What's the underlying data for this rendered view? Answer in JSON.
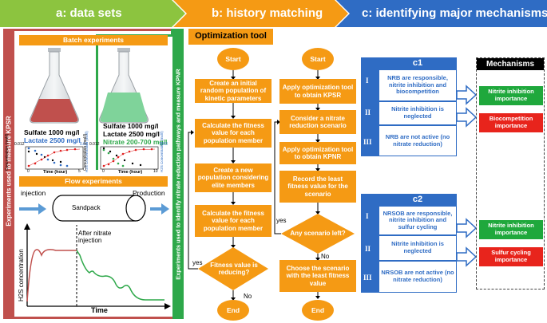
{
  "banners": {
    "a": "a: data sets",
    "b": "b: history matching",
    "c": "c: identifying major mechanisms"
  },
  "panel_a": {
    "side_left": "Experiments used to measure KPSR",
    "side_right": "Experiments used to identify nitrate reduction pathways and measure KPNR",
    "batch_title": "Batch experiments",
    "flask1": {
      "sulfate": "Sulfate 1000 mg/l",
      "lactate": "Lactate 2500 mg/l"
    },
    "flask2": {
      "sulfate": "Sulfate 1000 mg/l",
      "lactate": "Lactate 2500 mg/l",
      "nitrate": "Nitrate 200-700 mg/l"
    },
    "plot1": {
      "ylabel": "Concentration (mol/l)",
      "xlabel": "Time (hour)",
      "ytop": "0.012",
      "ytop_right": "0.03",
      "yright": "H2S Concentration (mol/l)",
      "x0": "0",
      "x1": "5"
    },
    "plot2": {
      "ylabel": "Concentration (mol/l)",
      "xlabel": "Time (hour)",
      "ytop": "0.012",
      "ytop_right": "0.03",
      "yright": "H2S Concentration (mol/l)",
      "x0": "0",
      "x1": "10"
    },
    "flow_title": "Flow experiments",
    "injection": "injection",
    "sandpack": "Sandpack",
    "production": "Production",
    "after_nitrate": "After nitrate\ninjection",
    "h2s_label": "H2S concentration",
    "time_label": "Time"
  },
  "panel_b": {
    "title": "Optimization tool",
    "left": {
      "start": "Start",
      "box1": "Create an initial random population of kinetic parameters",
      "box2": "Calculate the fitness value for each population member",
      "box3": "Create a new population considering elite members",
      "box4": "Calculate the fitness value for each population member",
      "diamond": "Fitness value is reducing?",
      "yes": "yes",
      "no": "No",
      "end": "End"
    },
    "right": {
      "start": "Start",
      "box1": "Apply optimization tool to obtain KPSR",
      "box2": "Consider a nitrate reduction scenario",
      "box3": "Apply optimization tool to obtain KPNR",
      "box4": "Record the least fitness value for the scenario",
      "diamond": "Any scenario left?",
      "yes": "yes",
      "no": "No",
      "box5": "Choose the scenario with the least fitness value",
      "end": "End"
    }
  },
  "panel_c": {
    "c1": {
      "title": "c1",
      "rows": [
        {
          "roman": "I",
          "text": "NRB are responsible, nitrite inhibition and biocompetition"
        },
        {
          "roman": "II",
          "text": "Nitrite inhibition is neglected"
        },
        {
          "roman": "III",
          "text": "NRB are not active (no nitrate reduction)"
        }
      ]
    },
    "c2": {
      "title": "c2",
      "rows": [
        {
          "roman": "I",
          "text": "NRSOB are responsible, nitrite inhibition and sulfur cycling"
        },
        {
          "roman": "II",
          "text": "Nitrite inhibition is neglected"
        },
        {
          "roman": "III",
          "text": "NRSOB are not active (no nitrate reduction)"
        }
      ]
    },
    "mechanisms_title": "Mechanisms",
    "mech1": "Nitrite inhibition importance",
    "mech2": "Biocompetition importance",
    "mech3": "Nitrite inhibition importance",
    "mech4": "Sulfur cycling importance"
  },
  "colors": {
    "banner_a": "#8cc43f",
    "banner_b": "#f59a14",
    "banner_c": "#2f6cc4",
    "orange": "#f59a14",
    "red": "#c0504d",
    "green": "#2ea84a",
    "blue": "#2f6cc4",
    "mech_green": "#1fa83c",
    "mech_red": "#e8241c"
  }
}
